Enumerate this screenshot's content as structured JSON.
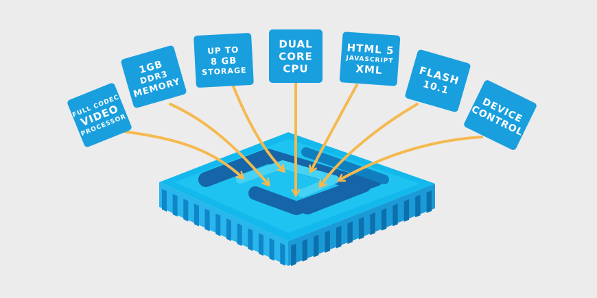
{
  "colors": {
    "background": "#ececec",
    "tile": "#1a9fde",
    "arrow": "#f5b94f",
    "chip_top": "#13b9ec",
    "chip_light": "#46d2f5",
    "chip_dark": "#0f7fc0",
    "chip_logo": "#1565a8"
  },
  "tiles": [
    {
      "id": "video",
      "lines": [
        "FULL CODEC",
        "VIDEO",
        "PROCESSOR"
      ]
    },
    {
      "id": "memory",
      "lines": [
        "1GB",
        "DDR3",
        "MEMORY"
      ]
    },
    {
      "id": "storage",
      "lines": [
        "UP TO",
        "8 GB",
        "STORAGE"
      ]
    },
    {
      "id": "cpu",
      "lines": [
        "DUAL",
        "CORE",
        "CPU"
      ]
    },
    {
      "id": "html5",
      "lines": [
        "HTML 5",
        "JAVASCRIPT",
        "XML"
      ]
    },
    {
      "id": "flash",
      "lines": [
        "FLASH",
        "10.1"
      ]
    },
    {
      "id": "device",
      "lines": [
        "DEVICE",
        "CONTROL"
      ]
    }
  ]
}
